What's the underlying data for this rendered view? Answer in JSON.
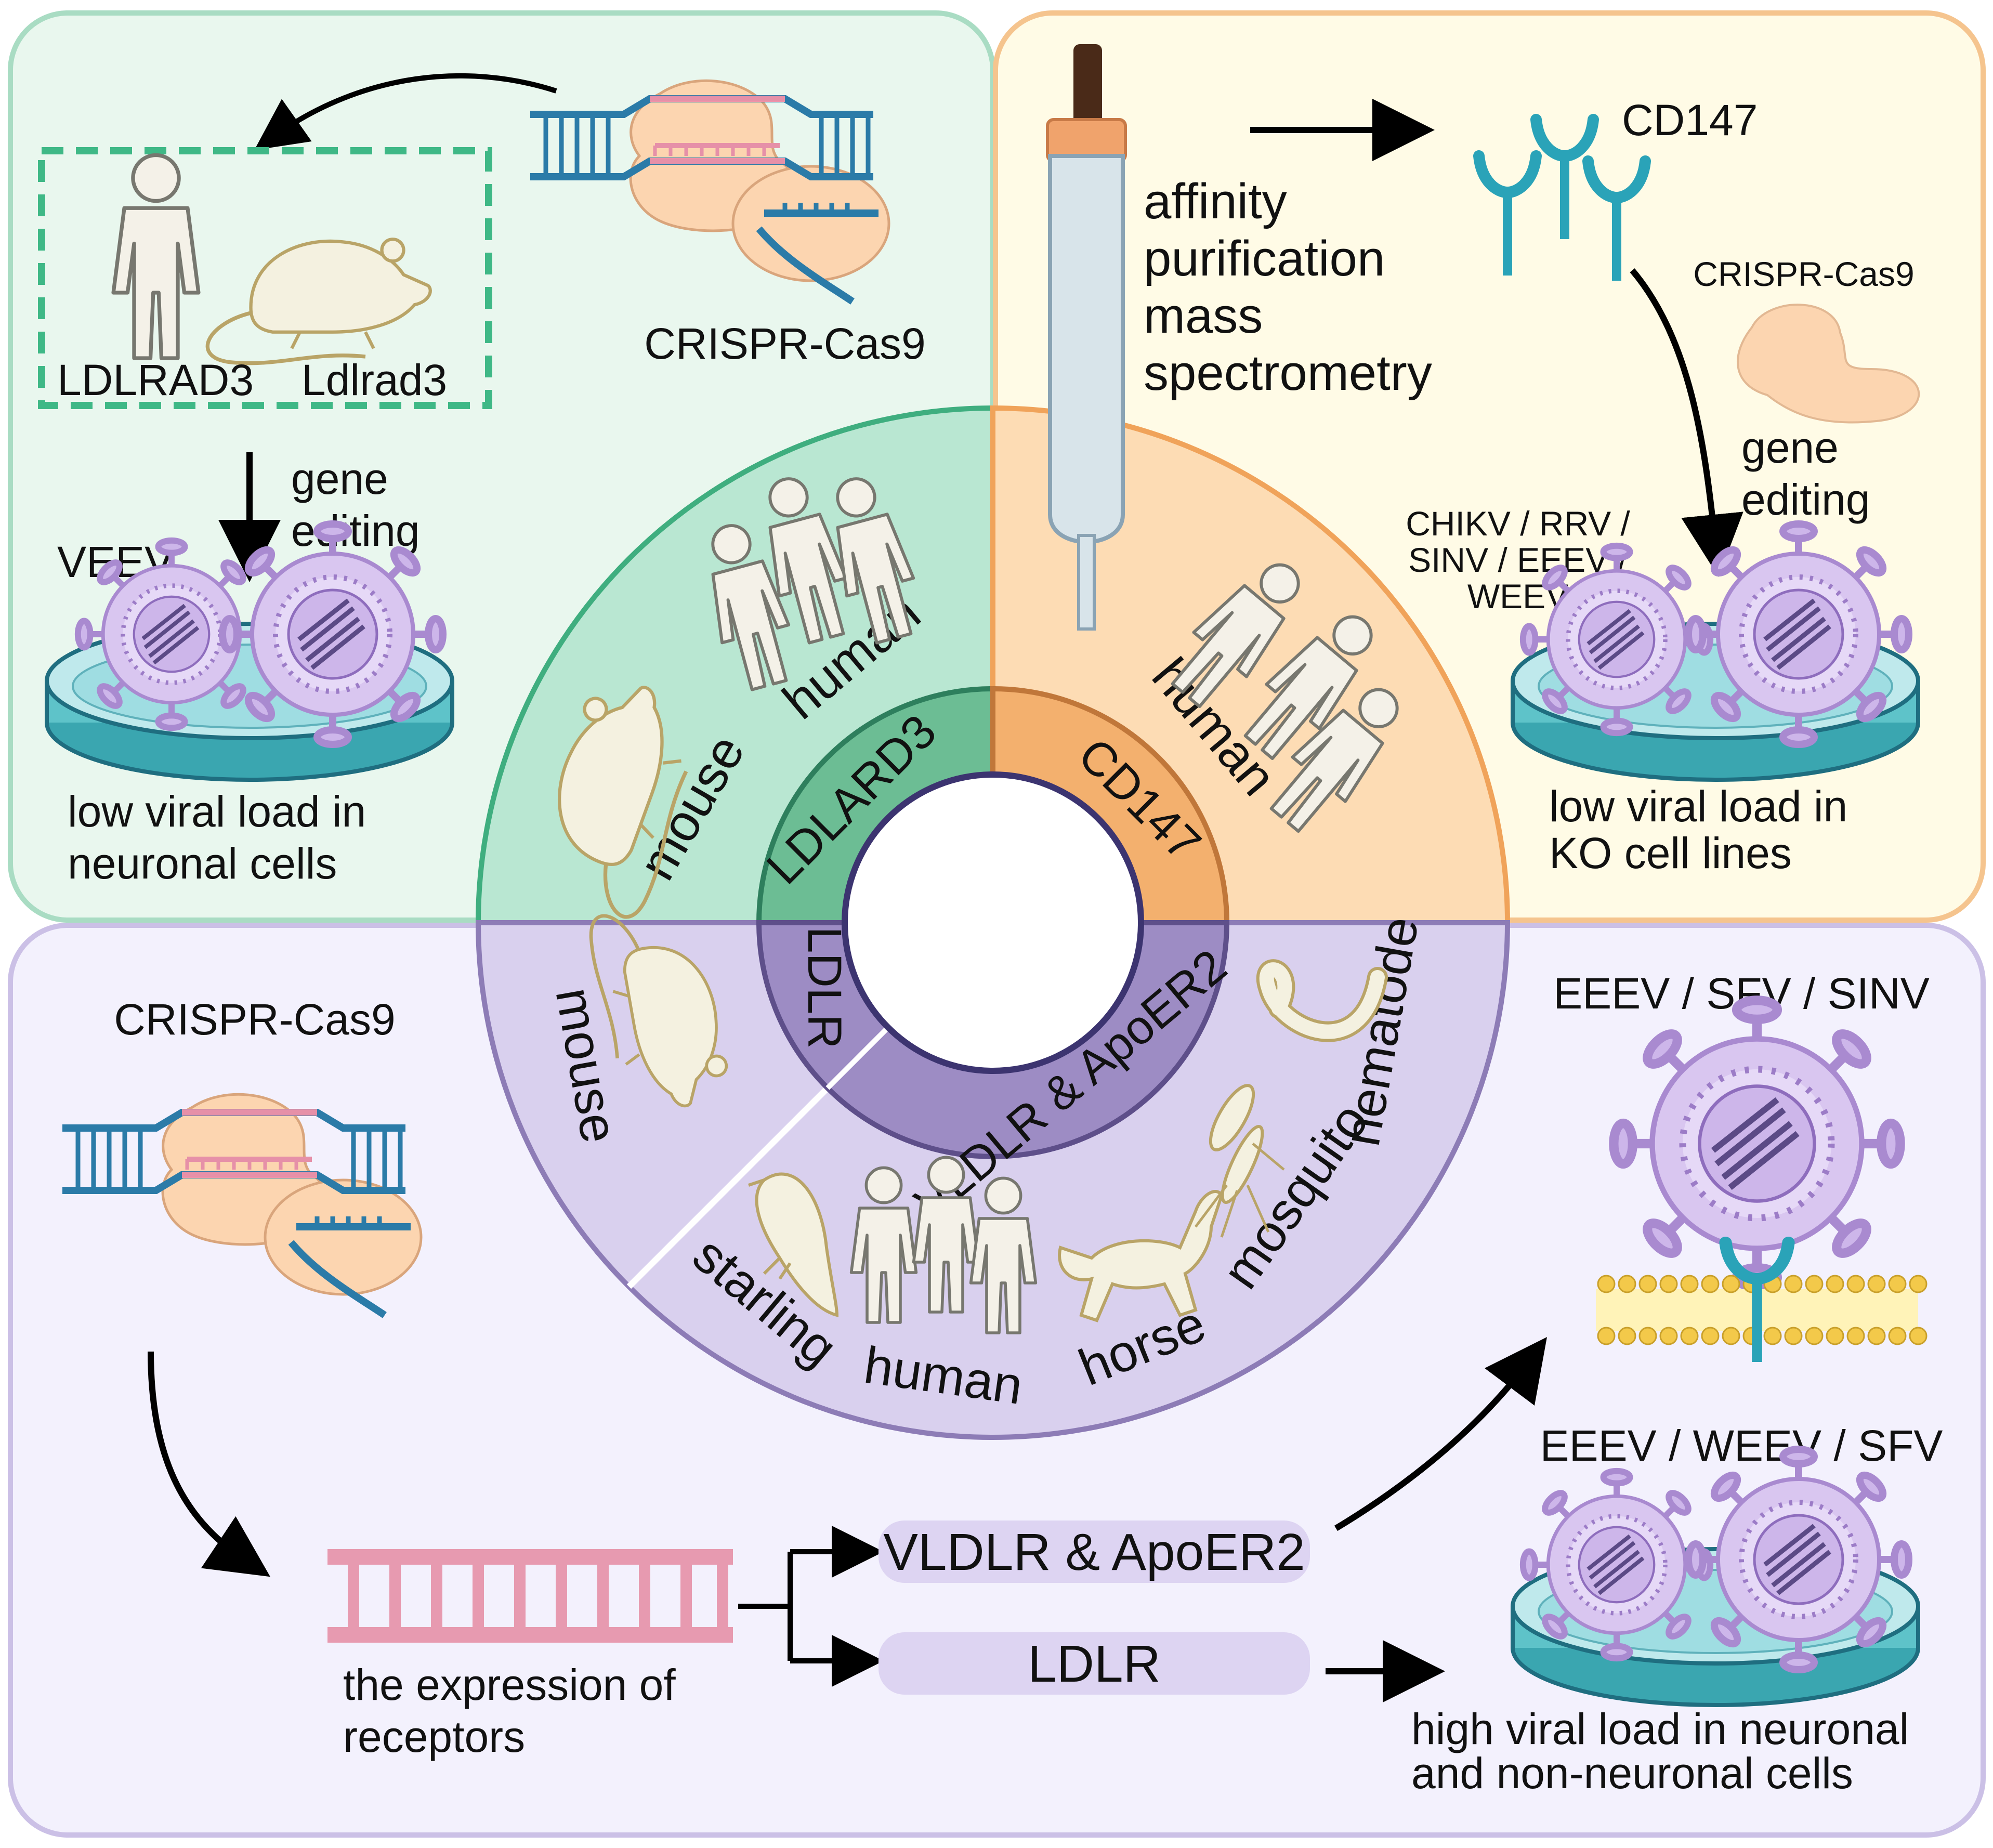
{
  "colors": {
    "green_panel": "#e9f7ee",
    "green_border": "#a9dcc3",
    "green_ring": "#b9e7d2",
    "green_inner": "#6cbd94",
    "green_line": "#3fae7f",
    "orange_panel": "#fffbe6",
    "orange_border": "#f5c48e",
    "orange_ring": "#fddcb4",
    "orange_inner": "#f3b06e",
    "purple_panel": "#f3f1fd",
    "purple_border": "#cbc0e6",
    "purple_ring": "#d9d0ee",
    "purple_inner": "#9d8cc4",
    "purple_line": "#8d7cb6",
    "dish": "#5bc4c8",
    "virus": "#c9aee6",
    "cas9": "#fcd5b0",
    "dna": "#3a84ad",
    "rna": "#e79ab0"
  },
  "icons": [
    "human-figure-icon",
    "mouse-icon",
    "cas9-dna-complex-icon",
    "petri-dish-icon",
    "virus-icon",
    "affinity-column-icon",
    "receptor-icon",
    "starling-icon",
    "horse-icon",
    "mosquito-icon",
    "nematode-icon",
    "membrane-icon",
    "mrna-icon"
  ],
  "top_left": {
    "crispr_label": "CRISPR-Cas9",
    "human_gene": "LDLRAD3",
    "mouse_gene": "Ldlrad3",
    "gene_editing_1": "gene",
    "gene_editing_2": "editing",
    "virus_label": "VEEV",
    "result_1": "low viral load in",
    "result_2": "neuronal cells"
  },
  "top_right": {
    "method_1": "affinity",
    "method_2": "purification",
    "method_3": "mass",
    "method_4": "spectrometry",
    "receptor_label": "CD147",
    "crispr_label": "CRISPR-Cas9",
    "gene_editing_1": "gene",
    "gene_editing_2": "editing",
    "virus_1": "CHIKV / RRV /",
    "virus_2": "SINV / EEEV /",
    "virus_3": "WEEV",
    "result_1": "low viral load in",
    "result_2": "KO cell lines"
  },
  "bottom": {
    "crispr_label": "CRISPR-Cas9",
    "virus_top": "EEEV / SFV / SINV",
    "virus_bottom": "EEEV / WEEV / SFV",
    "receptor_1": "VLDLR & ApoER2",
    "receptor_2": "LDLR",
    "expression_1": "the expression of",
    "expression_2": "receptors",
    "result_1": "high viral load in neuronal",
    "result_2": "and non-neuronal cells"
  },
  "wheel": {
    "ldlrad3_receptor": "LDLARD3",
    "cd147_receptor": "CD147",
    "ldlr_receptor": "LDLR",
    "vldlr_receptor": "VLDLR & ApoER2",
    "green_human": "human",
    "green_mouse": "mouse",
    "orange_human": "human",
    "ldlr_mouse": "mouse",
    "starling": "starling",
    "human": "human",
    "horse": "horse",
    "mosquito": "mosquito",
    "nematode": "nematode"
  }
}
